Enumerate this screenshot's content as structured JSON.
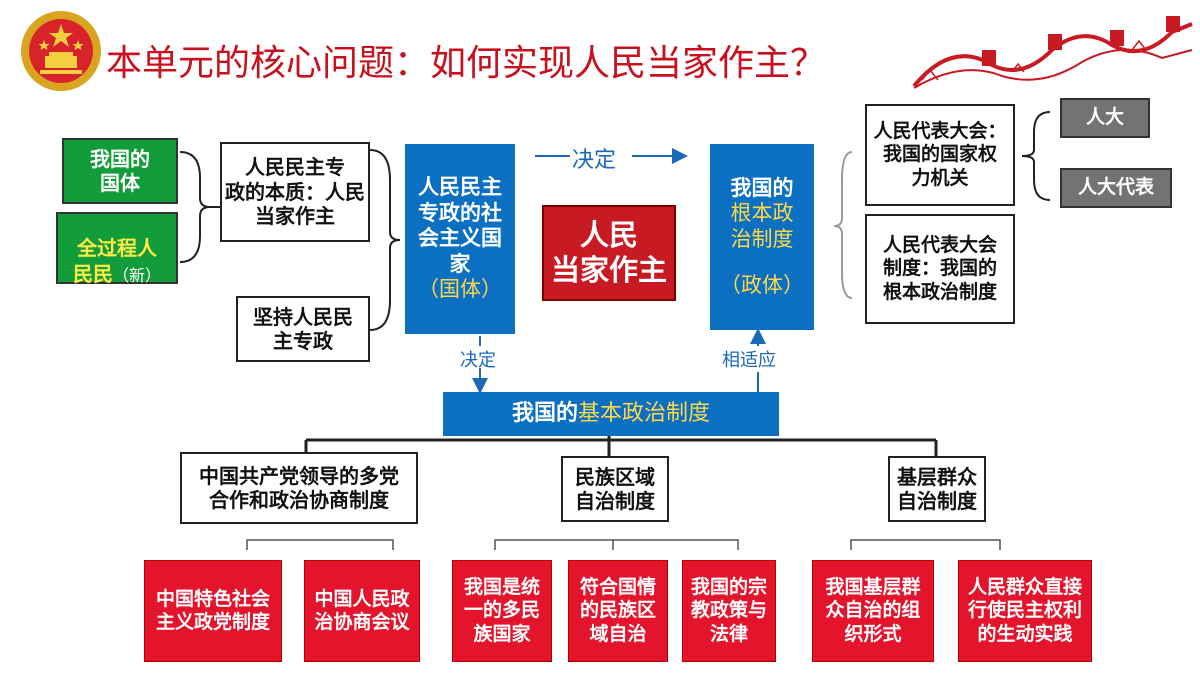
{
  "title": "本单元的核心问题：如何实现人民当家作主？",
  "left_group": {
    "green1": "我国的\n国体",
    "green2_main": "全过程人\n民民",
    "green2_note": "（新）",
    "essence": "人民民主专\n政的本质：人民\n当家作主",
    "adhere": "坚持人民民\n主专政"
  },
  "state_system": {
    "main": "人民民主\n专政的社\n会主义国\n家",
    "sub": "（国体）"
  },
  "center": "人民\n当家作主",
  "decide_top": "决定",
  "political_system": {
    "line1": "我国的",
    "line2": "根本政\n治制度",
    "sub": "（政体）"
  },
  "npc_group": {
    "npc": "人民代表大会：\n我国的国家权\n力机关",
    "npc_system": "人民代表大会\n制度：我国的\n根本政治制度",
    "tag1": "人大",
    "tag2": "人大代表"
  },
  "decide_down": "决定",
  "adapt": "相适应",
  "basic_system": {
    "prefix": "我国的",
    "highlight": "基本政治制度"
  },
  "branches": {
    "b1": "中国共产党领导的多党\n合作和政治协商制度",
    "b2": "民族区域\n自治制度",
    "b3": "基层群众\n自治制度"
  },
  "leaves": {
    "l1": "中国特色社会\n主义政党制度",
    "l2": "中国人民政\n治协商会议",
    "l3": "我国是统\n一的多民\n族国家",
    "l4": "符合国情\n的民族区\n域自治",
    "l5": "我国的宗\n教政策与\n法律",
    "l6": "我国基层群\n众自治的组\n织形式",
    "l7": "人民群众直接\n行使民主权利\n的生动实践"
  },
  "colors": {
    "title": "#c8101e",
    "green": "#129c3a",
    "blue": "#0b6fc2",
    "red": "#e3142c",
    "gray": "#737373"
  },
  "icons": [
    "national-emblem-icon",
    "great-wall-icon"
  ]
}
